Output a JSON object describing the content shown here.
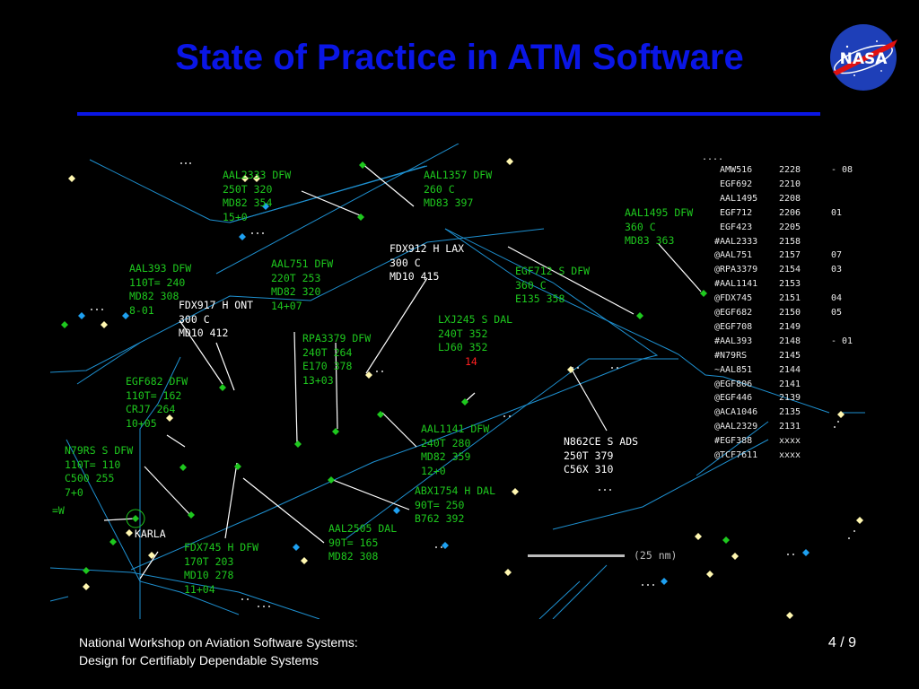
{
  "slide": {
    "title": "State of Practice in ATM Software",
    "footer_line1": "National Workshop on Aviation Software Systems:",
    "footer_line2": "Design for Certifiably Dependable Systems",
    "page": "4 / 9",
    "logo_text": "NASA",
    "colors": {
      "title": "#0a16e6",
      "datablock": "#1ec81e",
      "selected": "#ffffff",
      "route": "#1e90d0",
      "alert": "#ff2020"
    }
  },
  "radar": {
    "datablocks": [
      {
        "lines": [
          "AAL2333 DFW",
          "250T 320",
          "MD82 354",
          "15+0"
        ]
      },
      {
        "lines": [
          "AAL1357 DFW",
          "260 C",
          "MD83 397"
        ]
      },
      {
        "lines": [
          "AAL1495 DFW",
          "360 C",
          "MD83 363"
        ]
      },
      {
        "lines": [
          "AAL751 DFW",
          "220T 253",
          "MD82 320",
          "14+07"
        ]
      },
      {
        "lines": [
          "AAL393 DFW",
          "110T= 240",
          "MD82 308",
          "8-01"
        ]
      },
      {
        "lines": [
          "EGF712 S DFW",
          "360 C",
          "E135 358"
        ]
      },
      {
        "lines": [
          "LXJ245 S DAL",
          "240T 352",
          "LJ60 352"
        ],
        "alert": "14"
      },
      {
        "lines": [
          "RPA3379 DFW",
          "240T 264",
          "E170 378",
          "13+03"
        ]
      },
      {
        "lines": [
          "EGF682 DFW",
          "110T= 162",
          "CRJ7 264",
          "10+05"
        ]
      },
      {
        "lines": [
          "N79RS S DFW",
          "110T= 110",
          "C500 255",
          "7+0"
        ]
      },
      {
        "lines": [
          "AAL1141 DFW",
          "240T 280",
          "MD82 359",
          "12+0"
        ]
      },
      {
        "lines": [
          "ABX1754 H DAL",
          "90T= 250",
          "B762 392"
        ]
      },
      {
        "lines": [
          "AAL2505 DAL",
          "90T= 165",
          "MD82 308"
        ]
      },
      {
        "lines": [
          "FDX745 H DFW",
          "170T 203",
          "MD10 278",
          "11+04"
        ]
      }
    ],
    "selected_blocks": [
      {
        "lines": [
          "FDX912 H LAX",
          "300 C",
          "MD10 415"
        ]
      },
      {
        "lines": [
          "FDX917 H ONT",
          "300 C",
          "MD10 412"
        ]
      },
      {
        "lines": [
          "N862CE S ADS",
          "250T 379",
          "C56X 310"
        ]
      }
    ],
    "fix_label": "KARLA",
    "edge_label": "=W",
    "scale_label": "(25 nm)",
    "list_header_marker": "....",
    "list": [
      {
        "callsign": " AMW516",
        "code": "2228",
        "alt": "- 08"
      },
      {
        "callsign": " EGF692",
        "code": "2210",
        "alt": ""
      },
      {
        "callsign": " AAL1495",
        "code": "2208",
        "alt": ""
      },
      {
        "callsign": " EGF712",
        "code": "2206",
        "alt": "01"
      },
      {
        "callsign": " EGF423",
        "code": "2205",
        "alt": ""
      },
      {
        "callsign": "#AAL2333",
        "code": "2158",
        "alt": ""
      },
      {
        "callsign": "@AAL751",
        "code": "2157",
        "alt": "07"
      },
      {
        "callsign": "@RPA3379",
        "code": "2154",
        "alt": "03"
      },
      {
        "callsign": "#AAL1141",
        "code": "2153",
        "alt": ""
      },
      {
        "callsign": "@FDX745",
        "code": "2151",
        "alt": "04"
      },
      {
        "callsign": "@EGF682",
        "code": "2150",
        "alt": "05"
      },
      {
        "callsign": "@EGF708",
        "code": "2149",
        "alt": ""
      },
      {
        "callsign": "#AAL393",
        "code": "2148",
        "alt": "- 01"
      },
      {
        "callsign": "#N79RS",
        "code": "2145",
        "alt": ""
      },
      {
        "callsign": "~AAL851",
        "code": "2144",
        "alt": ""
      },
      {
        "callsign": "@EGF806",
        "code": "2141",
        "alt": ""
      },
      {
        "callsign": "@EGF446",
        "code": "2139",
        "alt": ""
      },
      {
        "callsign": "@ACA1046",
        "code": "2135",
        "alt": ""
      },
      {
        "callsign": "@AAL2329",
        "code": "2131",
        "alt": ""
      },
      {
        "callsign": "#EGF388",
        "code": "xxxx",
        "alt": ""
      },
      {
        "callsign": "@TCF7611",
        "code": "xxxx",
        "alt": ""
      }
    ]
  }
}
